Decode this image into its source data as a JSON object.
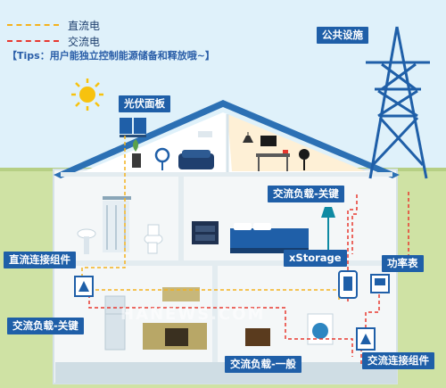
{
  "legend": {
    "dc_label": "直流电",
    "ac_label": "交流电",
    "dc_color": "#f4b21d",
    "ac_color": "#e8382f"
  },
  "tips": "【Tips：用户能独立控制能源储备和释放哦~】",
  "labels": {
    "solar_panel": "光伏面板",
    "public_facility": "公共设施",
    "ac_load_key_upper": "交流负载-关键",
    "dc_connector_left": "直流连接组件",
    "xstorage": "xStorage",
    "power_meter": "功率表",
    "ac_load_key_lower": "交流负载-关键",
    "ac_load_general": "交流负载-一般",
    "ac_connector": "交流连接组件"
  },
  "watermark": "HANEWS.COM",
  "colors": {
    "label_bg": "#1f5fa8",
    "roof": "#2c70b4",
    "house_wall": "#ffffff",
    "accent_blue": "#1f5fa8",
    "ground": "#c3d79c"
  }
}
